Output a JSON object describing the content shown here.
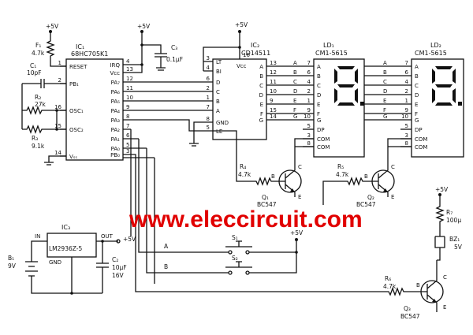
{
  "supply": "+5V",
  "ic1": {
    "ref": "IC₁",
    "part": "68HC705K1",
    "pins_left": [
      "RESET",
      "PB₁",
      "OSC₁",
      "OSC₂",
      "Vₛₛ"
    ],
    "pins_left_num": [
      "1",
      "2",
      "16",
      "15",
      "14"
    ],
    "pins_right": [
      "IRQ",
      "Vᴄᴄ",
      "PA₇",
      "PA₆",
      "PA₅",
      "PA₄",
      "PA₃",
      "PA₂",
      "PA₁",
      "PA₀",
      "PB₀"
    ],
    "pins_right_num": [
      "4",
      "13",
      "12",
      "11",
      "10",
      "9",
      "8",
      "7",
      "6",
      "5",
      "3"
    ]
  },
  "ic2": {
    "ref": "IC₂",
    "part": "CD14511",
    "pins_left": [
      "LT",
      "BI",
      "Vᴄᴄ",
      "D",
      "C",
      "B",
      "A",
      "GND",
      "LE"
    ],
    "pins_left_num": [
      "3",
      "4",
      "16",
      "6",
      "2",
      "1",
      "7",
      "8",
      "5"
    ],
    "pins_right": [
      "A",
      "B",
      "C",
      "D",
      "E",
      "F",
      "G"
    ],
    "pins_right_num": [
      "13",
      "12",
      "11",
      "10",
      "9",
      "15",
      "14"
    ]
  },
  "ld1": {
    "ref": "LD₁",
    "part": "CM1-5615"
  },
  "ld2": {
    "ref": "LD₂",
    "part": "CM1-5615"
  },
  "ld_pins": [
    "A",
    "B",
    "C",
    "D",
    "E",
    "F",
    "G",
    "DP",
    "COM",
    "COM"
  ],
  "ld_pins_num": [
    "7",
    "6",
    "4",
    "2",
    "1",
    "9",
    "10",
    "5",
    "3",
    "8"
  ],
  "ic3": {
    "ref": "IC₃",
    "part": "LM2936Z-5",
    "in": "IN",
    "out": "OUT",
    "gnd": "GND"
  },
  "parts": {
    "f1": [
      "F₁",
      "4.7k"
    ],
    "c1": [
      "C₁",
      "10pF"
    ],
    "r2": [
      "R₂",
      "27k"
    ],
    "r3": [
      "R₃",
      "9.1k"
    ],
    "c3": [
      "C₃",
      "0.1µF"
    ],
    "r4": [
      "R₄",
      "4.7k"
    ],
    "r5": [
      "R₅",
      "4.7k"
    ],
    "r6": [
      "R₆",
      "4.7k"
    ],
    "r7": [
      "R₇",
      "100µ"
    ],
    "q1": [
      "Q₁",
      "BC547"
    ],
    "q2": [
      "Q₂",
      "BC547"
    ],
    "q3": [
      "Q₃",
      "BC547"
    ],
    "b1": [
      "B₁",
      "9V"
    ],
    "c2": [
      "C₂",
      "10µF",
      "16V"
    ],
    "bz1": [
      "BZ₁",
      "5V"
    ],
    "s1": "S₁",
    "s2": "S₂"
  },
  "nets": {
    "a": "A",
    "b": "B"
  },
  "tr_pins": {
    "b": "B",
    "c": "C",
    "e": "E"
  },
  "watermark": "www.eleccircuit.com"
}
